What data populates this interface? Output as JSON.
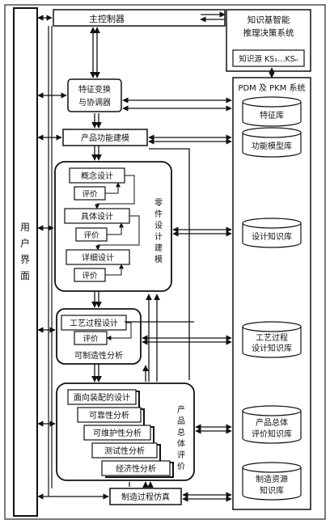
{
  "labels": {
    "main_controller": "主控制器",
    "feature_transform": [
      "特征变换",
      "与协调器"
    ],
    "product_function_modeling": "产品功能建模",
    "concept_design": "概念设计",
    "detail_design_specific": "具体设计",
    "detailed_design": "详细设计",
    "evaluation": "评价",
    "part_design_modeling": [
      "零",
      "件",
      "设",
      "计",
      "建",
      "模"
    ],
    "process_planning": "工艺过程设计",
    "manufacturability_analysis": "可制造性分析",
    "assembly_oriented_design": "面向装配的设计",
    "reliability_analysis": "可靠性分析",
    "maintainability_analysis": "可维护性分析",
    "testability_analysis": "测试性分析",
    "economic_analysis": "经济性分析",
    "product_overall_evaluation": [
      "产",
      "品",
      "总",
      "体",
      "评",
      "价"
    ],
    "manufacturing_simulation": "制造过程仿真",
    "user_interface": [
      "用",
      "户",
      "界",
      "面"
    ],
    "kb_system": [
      "知识基智能",
      "推理决策系统"
    ],
    "knowledge_sources": "知识源 KS₁…KSₙ",
    "pdm_pkm": "PDM 及 PKM 系统",
    "feature_library": "特征库",
    "function_model_library": "功能模型库",
    "design_knowledge_library": "设计知识库",
    "process_knowledge_library": [
      "工艺过程",
      "设计知识库"
    ],
    "product_evaluation_library": [
      "产品总体",
      "评价知识库"
    ],
    "manufacturing_resource_library": [
      "制造资源",
      "知识库"
    ]
  }
}
